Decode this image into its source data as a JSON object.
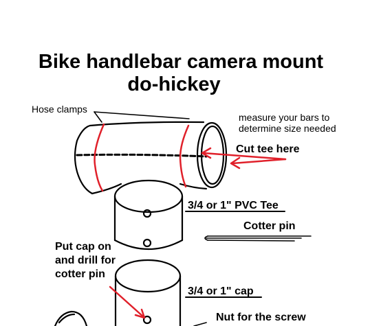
{
  "title": {
    "line1": "Bike handlebar camera mount",
    "line2": "do-hickey"
  },
  "labels": {
    "hose_clamps": "Hose clamps",
    "measure_line1": "measure your bars to",
    "measure_line2": "determine size needed",
    "cut_tee": "Cut tee here",
    "pvc_tee": "3/4 or 1\" PVC Tee",
    "cotter_pin": "Cotter pin",
    "put_cap_line1": "Put cap on",
    "put_cap_line2": "and drill for",
    "put_cap_line3": "cotter pin",
    "cap": "3/4 or 1\" cap",
    "nut": "Nut for the screw"
  },
  "colors": {
    "ink": "#000000",
    "clamp": "#e0202a",
    "arrow": "#e0202a",
    "background": "#ffffff"
  }
}
